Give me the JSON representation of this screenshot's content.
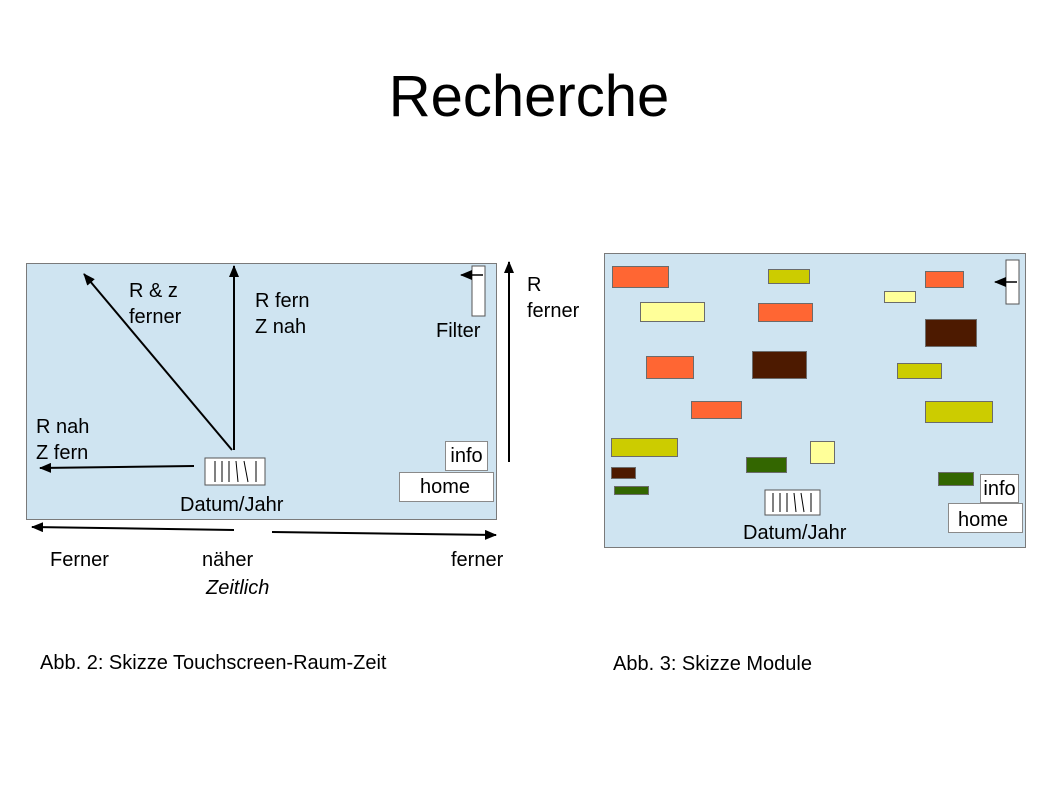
{
  "slide": {
    "title": "Recherche"
  },
  "fig2": {
    "label_rz": [
      "R & z",
      "ferner"
    ],
    "label_rfern": [
      "R fern",
      "Z nah"
    ],
    "label_filter": "Filter",
    "label_rnah": [
      "R nah",
      "Z fern"
    ],
    "label_datum": "Datum/Jahr",
    "btn_info": "info",
    "btn_home": "home",
    "label_r_ferner": [
      "R",
      "ferner"
    ],
    "axis_ferner_left": "Ferner",
    "axis_naeher": "näher",
    "axis_ferner_right": "ferner",
    "axis_zeitlich": "Zeitlich",
    "caption": "Abb. 2: Skizze Touchscreen-Raum-Zeit"
  },
  "fig3": {
    "label_datum": "Datum/Jahr",
    "btn_info": "info",
    "btn_home": "home",
    "caption": "Abb. 3: Skizze Module"
  },
  "colors": {
    "panel": "#cfe4f1",
    "orange": "#ff6633",
    "light_yellow": "#ffff99",
    "olive": "#cccc00",
    "dark_brown": "#4d1a00",
    "dark_green": "#336600"
  },
  "icons": [
    "filter-slider-icon",
    "timeline-icon"
  ]
}
